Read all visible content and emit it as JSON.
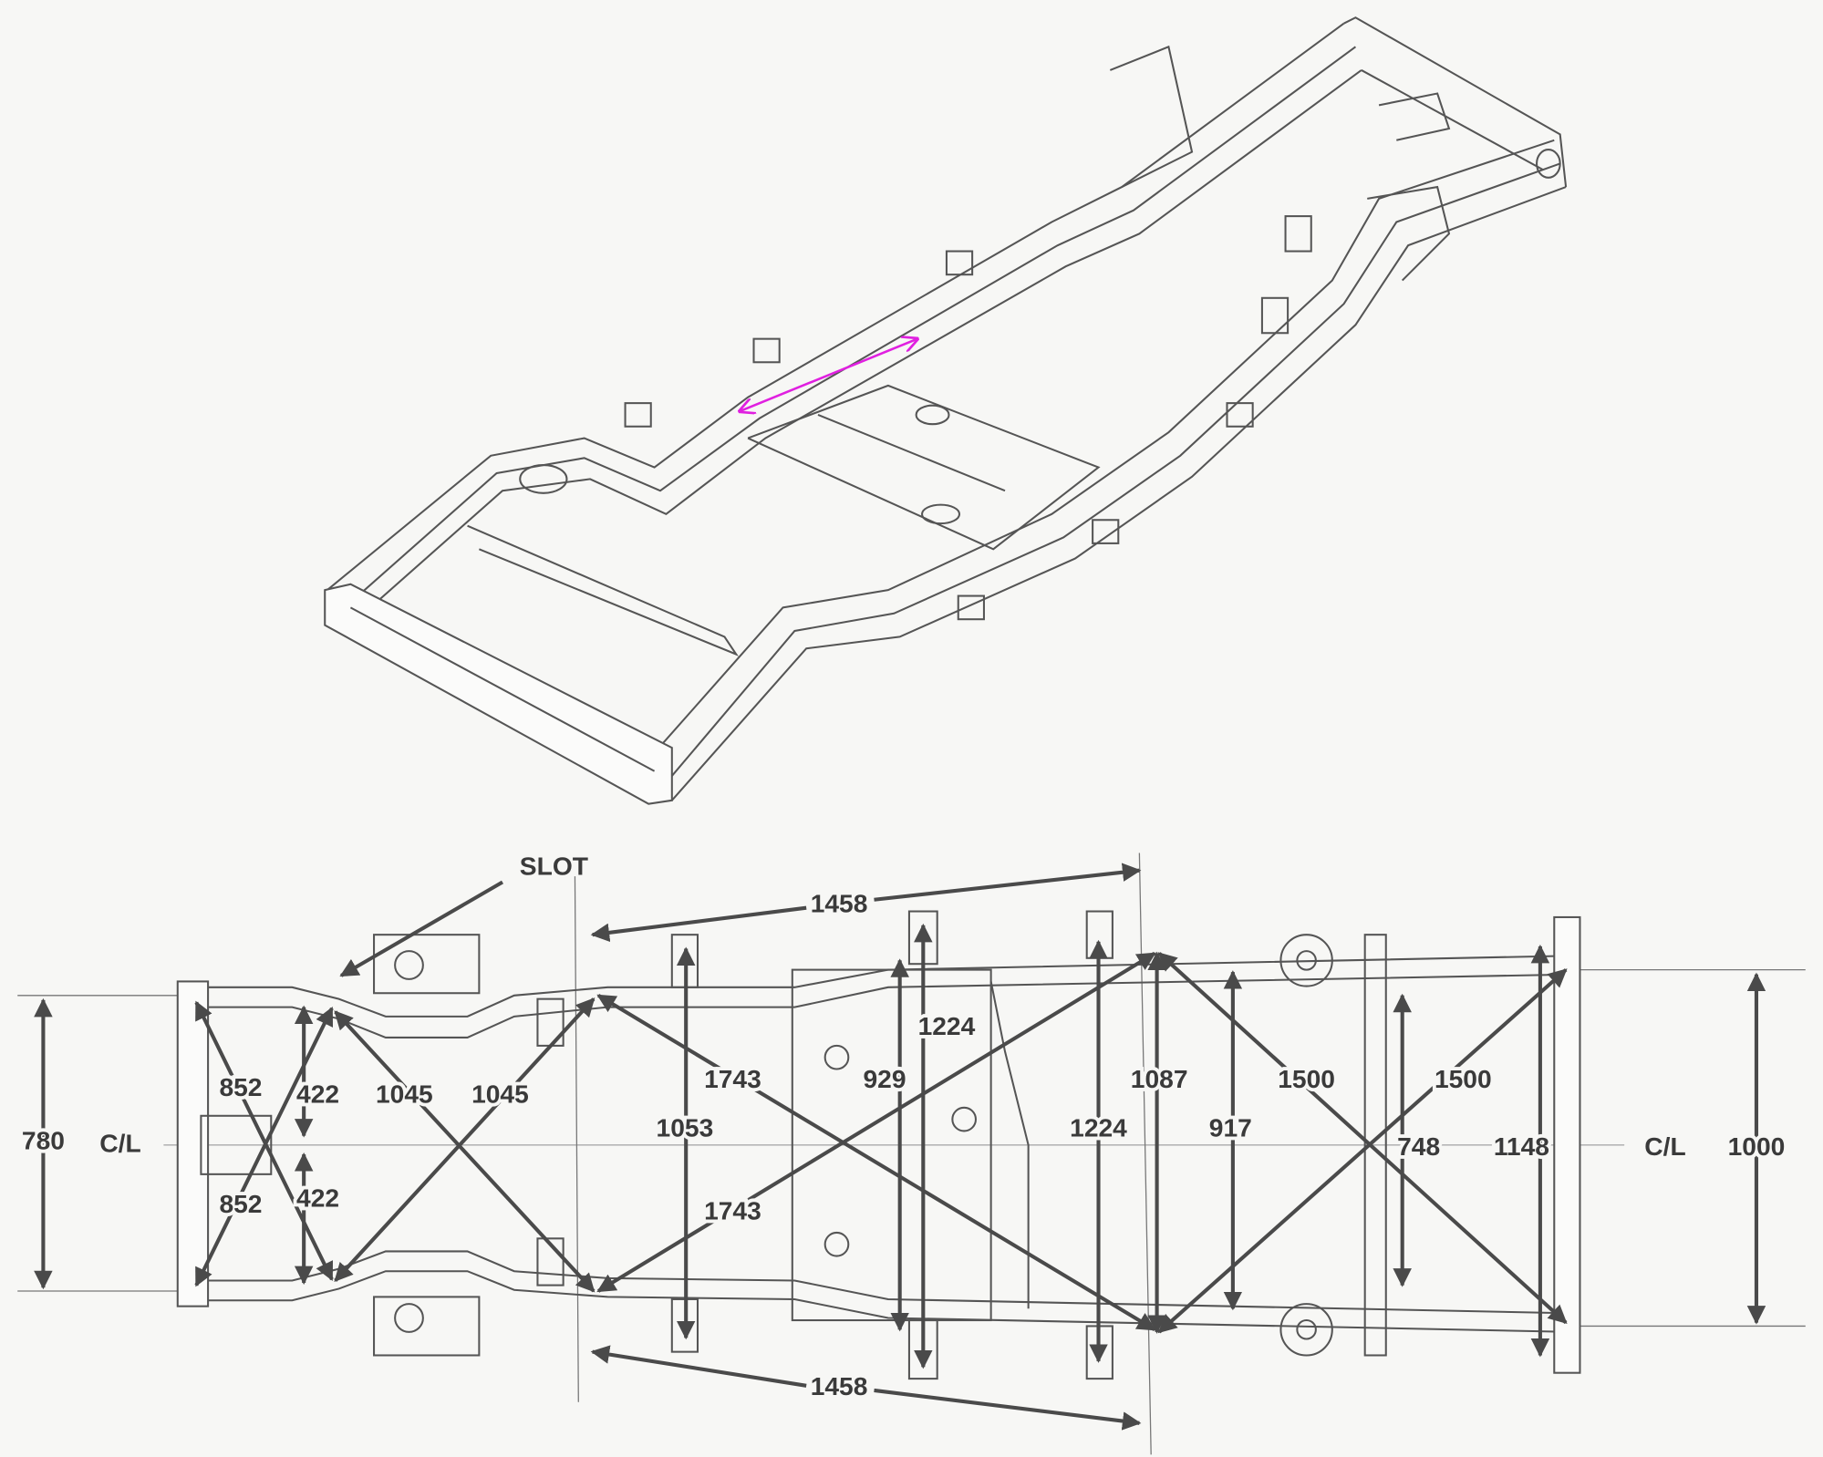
{
  "figure": {
    "title": "Frame dimensions diagram",
    "labels": {
      "slot": "SLOT",
      "centerline_left": "C/L",
      "centerline_right": "C/L",
      "d780": "780",
      "d852_top": "852",
      "d852_bottom": "852",
      "d422_top": "422",
      "d422_bottom": "422",
      "d1045_a": "1045",
      "d1045_b": "1045",
      "d1458_top": "1458",
      "d1458_bottom": "1458",
      "d1743_top": "1743",
      "d1743_bottom": "1743",
      "d1053": "1053",
      "d929": "929",
      "d1224_left": "1224",
      "d1224_right": "1224",
      "d1087": "1087",
      "d917": "917",
      "d1500_a": "1500",
      "d1500_b": "1500",
      "d748": "748",
      "d1148": "1148",
      "d1000": "1000"
    },
    "colors": {
      "dimension": "#4a4a4a",
      "highlight_arrow": "#e020e0",
      "background": "#f7f7f5"
    }
  }
}
